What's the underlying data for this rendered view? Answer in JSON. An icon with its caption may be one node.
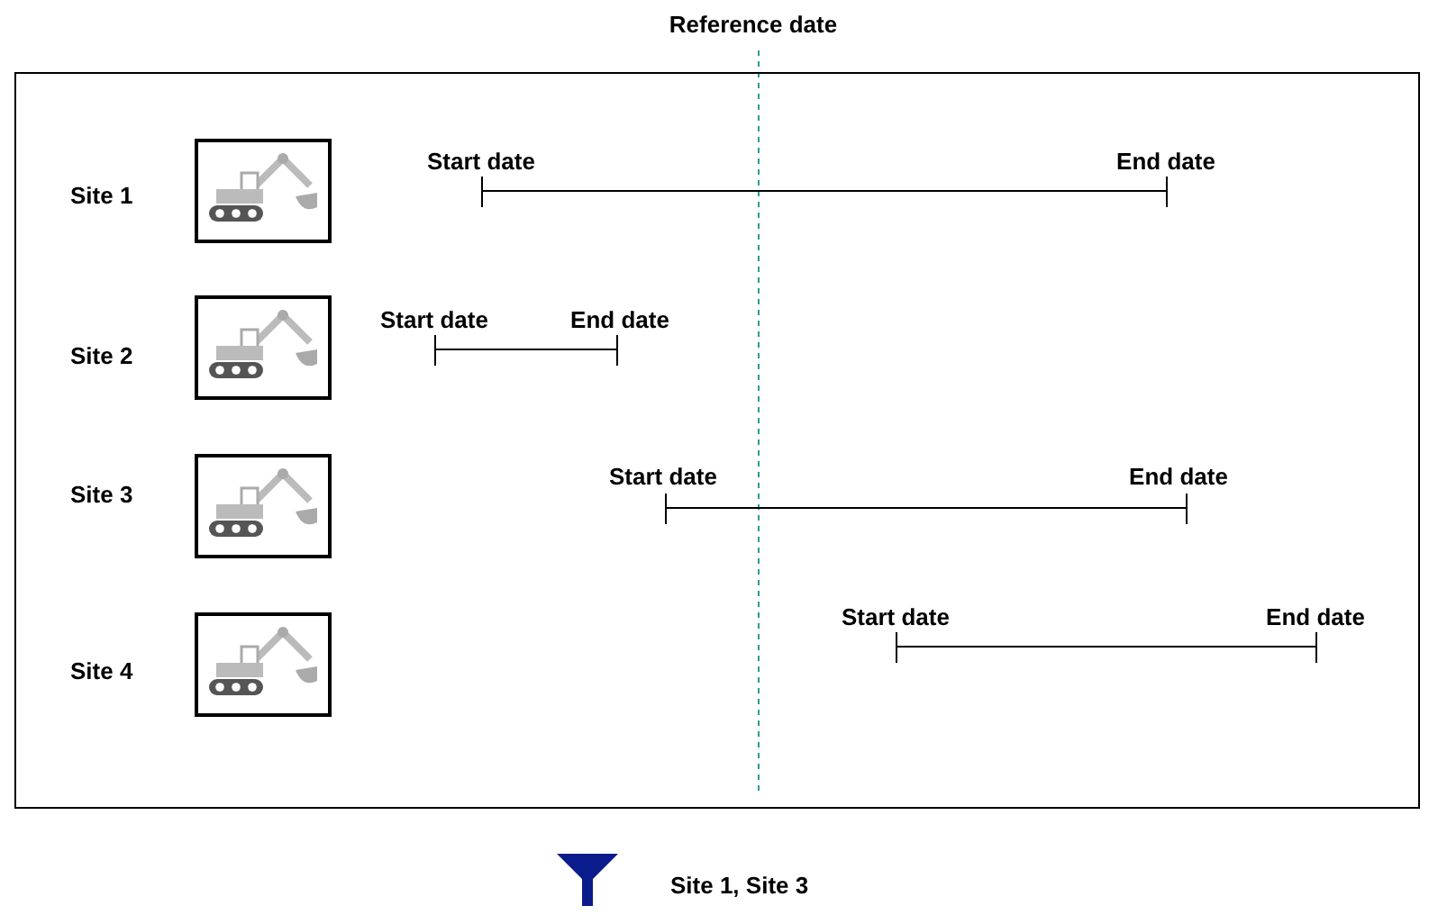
{
  "diagram": {
    "nodes": [
      {
        "text": [],
        "shape": "box"
      },
      {
        "text": [],
        "shape": "picture",
        "in": 0
      },
      {
        "text": [],
        "shape": "picture",
        "in": 0
      },
      {
        "text": [],
        "shape": "picture",
        "in": 0
      },
      {
        "text": [],
        "shape": "picture",
        "in": 0
      }
    ],
    "edges": [],
    "labels": [
      "Reference date",
      "Site 1",
      "Start date",
      "End date",
      "Site 2",
      "Start date",
      "End date",
      "Site 3",
      "Start date",
      "End date",
      "Site 4",
      "Start date",
      "End date",
      "Site 1, Site 3"
    ]
  }
}
